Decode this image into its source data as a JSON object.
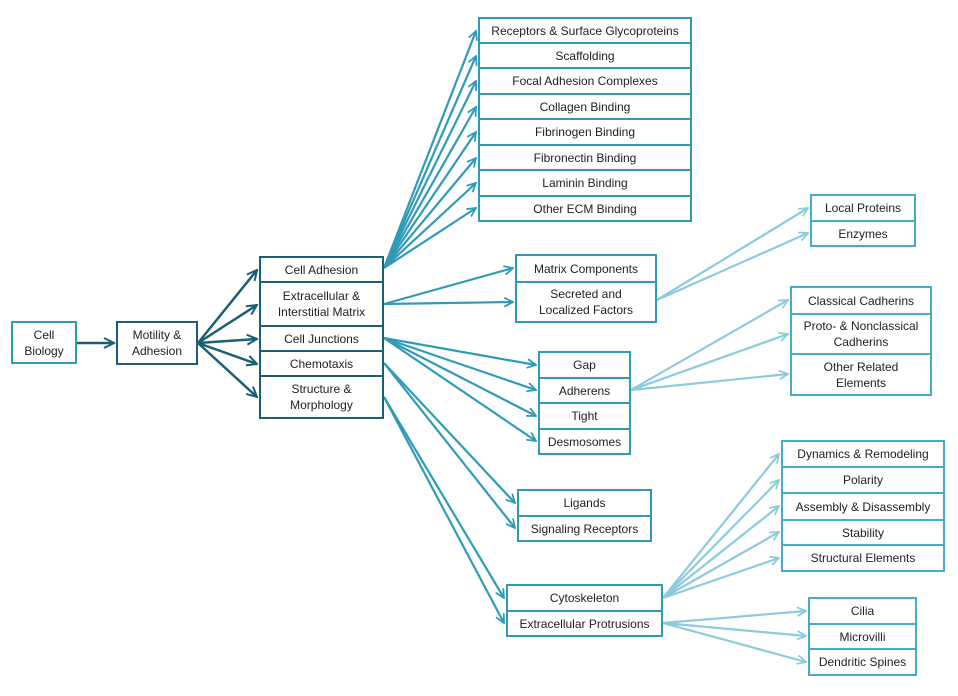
{
  "root": {
    "label": "Cell\nBiology"
  },
  "motility": {
    "label": "Motility &\nAdhesion"
  },
  "level1": {
    "cell_adhesion": "Cell Adhesion",
    "ecm": "Extracellular &\nInterstitial Matrix",
    "junctions": "Cell Junctions",
    "chemotaxis": "Chemotaxis",
    "structure": "Structure &\nMorphology"
  },
  "adhesion_items": [
    "Receptors & Surface Glycoproteins",
    "Scaffolding",
    "Focal Adhesion Complexes",
    "Collagen Binding",
    "Fibrinogen Binding",
    "Fibronectin Binding",
    "Laminin Binding",
    "Other ECM Binding"
  ],
  "matrix_items": [
    "Matrix Components",
    "Secreted and\nLocalized Factors"
  ],
  "matrix_sub": [
    "Local Proteins",
    "Enzymes"
  ],
  "junction_items": [
    "Gap",
    "Adherens",
    "Tight",
    "Desmosomes"
  ],
  "cadherin_items": [
    "Classical Cadherins",
    "Proto- & Nonclassical\nCadherins",
    "Other Related\nElements"
  ],
  "chemotaxis_items": [
    "Ligands",
    "Signaling Receptors"
  ],
  "structure_items": [
    "Cytoskeleton",
    "Extracellular Protrusions"
  ],
  "cytoskeleton_items": [
    "Dynamics & Remodeling",
    "Polarity",
    "Assembly & Disassembly",
    "Stability",
    "Structural Elements"
  ],
  "protrusion_items": [
    "Cilia",
    "Microvilli",
    "Dendritic Spines"
  ],
  "colors": {
    "dark": "#1b5f74",
    "mid": "#2f9bb7",
    "light": "#8ccbdd"
  }
}
